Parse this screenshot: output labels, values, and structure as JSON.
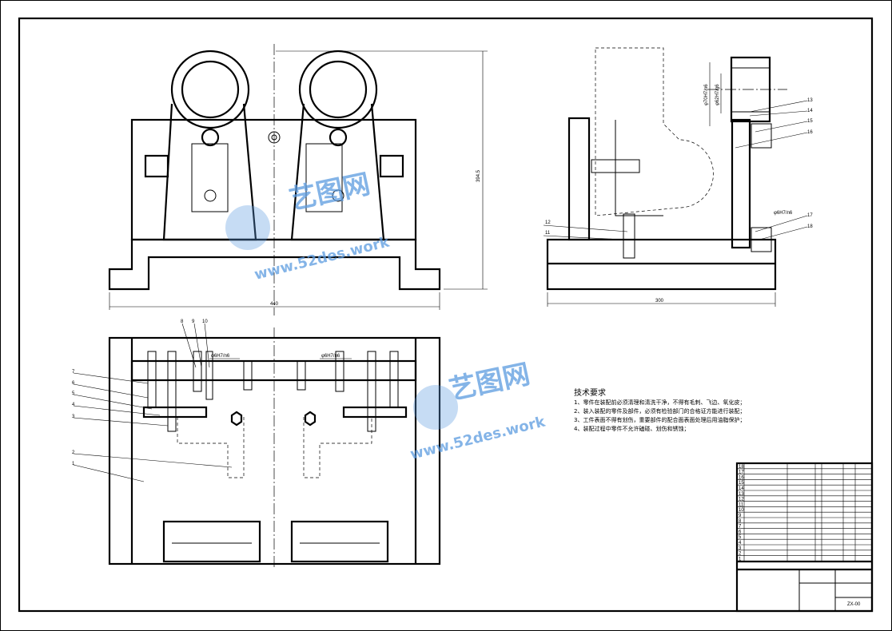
{
  "drawing": {
    "dimensions": {
      "height": "394.5",
      "width_front": "440",
      "width_side": "300"
    },
    "fits": [
      "φ6H7/n6",
      "φ6H7/n6",
      "φ6H7/n6",
      "φ70H7/n6",
      "φ62H7/g6"
    ],
    "balloons_plan": [
      "1",
      "2",
      "3",
      "4",
      "5",
      "6",
      "7",
      "8",
      "9",
      "10"
    ],
    "balloons_side": [
      "11",
      "12",
      "13",
      "14",
      "15",
      "16",
      "17",
      "18"
    ],
    "tech_requirements": {
      "title": "技术要求",
      "items": [
        "1、零件在装配前必须清理和清洗干净，不得有毛刺、飞边、氧化皮；",
        "2、装入装配的零件及部件，必须有检验部门的合格证方能进行装配；",
        "3、工件表面不得有划伤，重要部件的配合面表面处理后用油脂保护；",
        "4、装配过程中零件不允许磕碰、划伤和锈蚀；"
      ]
    },
    "title_block": {
      "rows": [
        "18",
        "17",
        "16",
        "15",
        "14",
        "13",
        "12",
        "11",
        "10",
        "9",
        "8",
        "7",
        "6",
        "5",
        "4",
        "3",
        "2",
        "1"
      ],
      "drawing_no": "ZX-00"
    },
    "watermark": {
      "brand": "艺图网",
      "url": "www.52des.work"
    }
  }
}
